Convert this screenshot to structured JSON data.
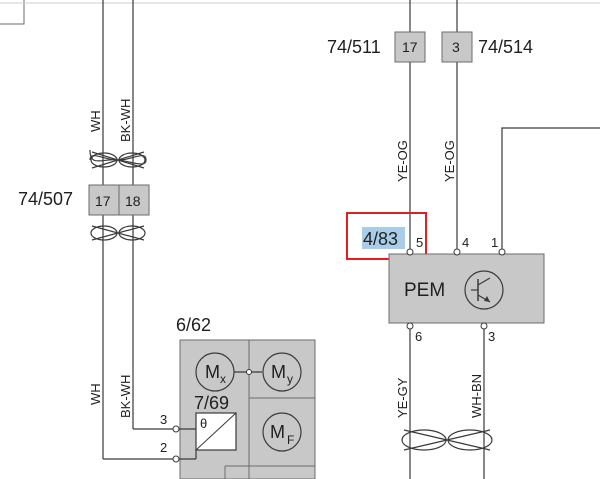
{
  "refs": {
    "r74_511": "74/511",
    "r74_514": "74/514",
    "r74_507": "74/507",
    "r4_83": "4/83",
    "r6_62": "6/62",
    "r7_69": "7/69"
  },
  "connectors": {
    "c17_top": "17",
    "c3_top": "3",
    "c17_left": "17",
    "c18_left": "18"
  },
  "wires": {
    "wh_top": "WH",
    "bkwh_top": "BK-WH",
    "yeog_1": "YE-OG",
    "yeog_2": "YE-OG",
    "wh_bottom": "WH",
    "bkwh_bottom": "BK-WH",
    "yegy": "YE-GY",
    "whbn": "WH-BN"
  },
  "pins": {
    "p5": "5",
    "p4": "4",
    "p1": "1",
    "p6": "6",
    "p3_pem": "3",
    "p3_left": "3",
    "p2_left": "2"
  },
  "pem": {
    "label": "PEM"
  },
  "motors": {
    "mx": {
      "main": "M",
      "sub": "x"
    },
    "my": {
      "main": "M",
      "sub": "y"
    },
    "mf": {
      "main": "M",
      "sub": "F"
    }
  },
  "sensor": {
    "symbol": "θ"
  },
  "highlight_color": "#e02020",
  "selection_color": "#a9cde8"
}
